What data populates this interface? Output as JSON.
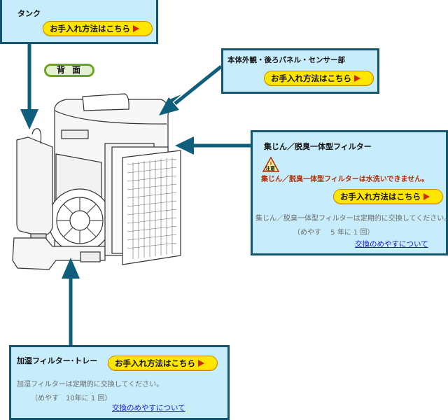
{
  "back_label": "背面",
  "common": {
    "care_button_label": "お手入れ方法はこちら",
    "care_button_icon": "play-triangle-icon"
  },
  "tank": {
    "title": "タンク"
  },
  "body_panel": {
    "title": "本体外観・後ろパネル・センサー部"
  },
  "dust_filter": {
    "title": "集じん／脱臭一体型フィルター",
    "caution_icon_label": "注意",
    "warning": "集じん／脱臭一体型フィルターは水洗いできません。",
    "note": "集じん／脱臭一体型フィルターは定期的に交換してください。",
    "interval": "（めやす　 5 年に 1 回）",
    "link": "交換のめやすについて"
  },
  "humidify_filter": {
    "title": "加湿フィルター･トレー",
    "note": "加湿フィルターは定期的に交換してください。",
    "interval": "（めやす　10年に 1 回）",
    "link": "交換のめやすについて"
  },
  "colors": {
    "box_bg": "#c7ecfb",
    "box_border": "#15556e",
    "arrow": "#0f5e7c",
    "button_bg": "#ffe600",
    "button_arrow": "#d12a00",
    "warning_text": "#b02a00",
    "link": "#1a1ad0",
    "back_label_border": "#6ea51e"
  }
}
